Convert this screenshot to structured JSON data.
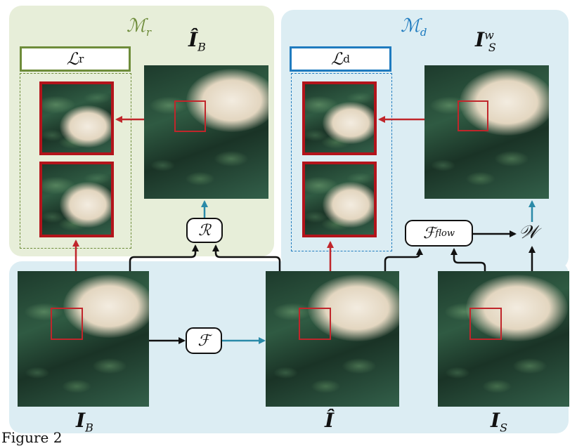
{
  "panels": {
    "m_r": {
      "title": "ℳ",
      "sub": "r",
      "color": "#6e8c3a",
      "bg": "#e7eed9"
    },
    "m_d": {
      "title": "ℳ",
      "sub": "d",
      "color": "#1f7bbf",
      "bg": "#dcedf3"
    }
  },
  "losses": {
    "l_r": {
      "main": "ℒ",
      "sub": "r",
      "border": "#6e8c3a"
    },
    "l_d": {
      "main": "ℒ",
      "sub": "d",
      "border": "#1f7bbf"
    }
  },
  "operators": {
    "R": "ℛ",
    "F": "ℱ",
    "F_flow": {
      "main": "ℱ",
      "sub": "flow"
    },
    "W": "𝒲"
  },
  "labels": {
    "I_B_hat": {
      "main": "Î",
      "sub": "B"
    },
    "I_S_w": {
      "main": "I",
      "sub": "S",
      "sup": "w"
    },
    "I_B": {
      "main": "I",
      "sub": "B"
    },
    "I_hat": {
      "main": "Î"
    },
    "I_S": {
      "main": "I",
      "sub": "S"
    }
  },
  "caption": "Figure 2",
  "colors": {
    "arrow_red": "#c0262b",
    "arrow_teal": "#2a8aa8",
    "arrow_black": "#111111",
    "bottom_bg": "#dcedf3"
  }
}
